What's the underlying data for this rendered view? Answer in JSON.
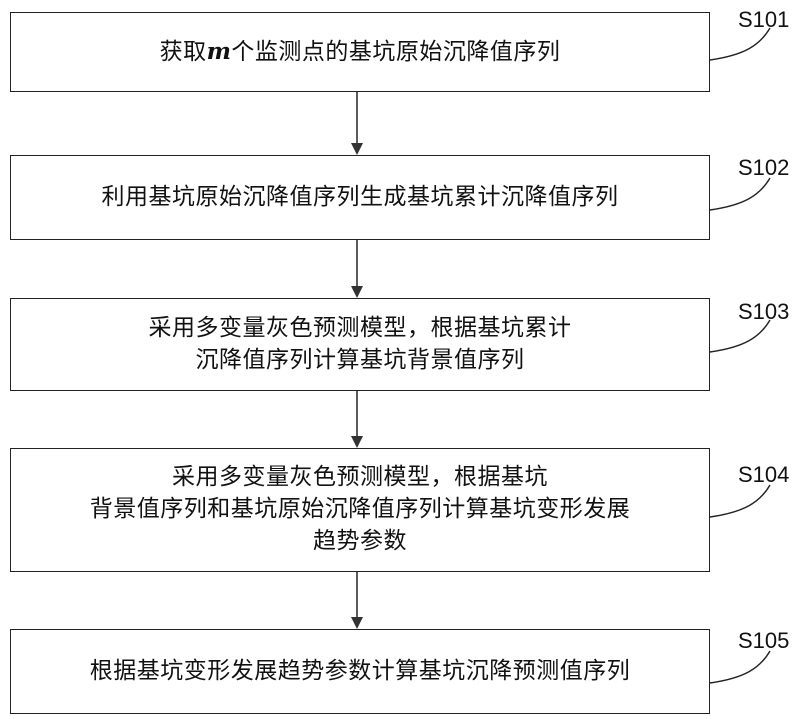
{
  "steps": [
    {
      "id": "S101",
      "lines": [
        "获取",
        "m",
        "个监测点的基坑原始沉降值序列"
      ]
    },
    {
      "id": "S102",
      "lines": [
        "利用基坑原始沉降值序列生成基坑累计沉降值序列"
      ]
    },
    {
      "id": "S103",
      "lines": [
        "采用多变量灰色预测模型，根据基坑累计",
        "沉降值序列计算基坑背景值序列"
      ]
    },
    {
      "id": "S104",
      "lines": [
        "采用多变量灰色预测模型，根据基坑",
        "背景值序列和基坑原始沉降值序列计算基坑变形发展",
        "趋势参数"
      ]
    },
    {
      "id": "S105",
      "lines": [
        "根据基坑变形发展趋势参数计算基坑沉降预测值序列"
      ]
    }
  ]
}
